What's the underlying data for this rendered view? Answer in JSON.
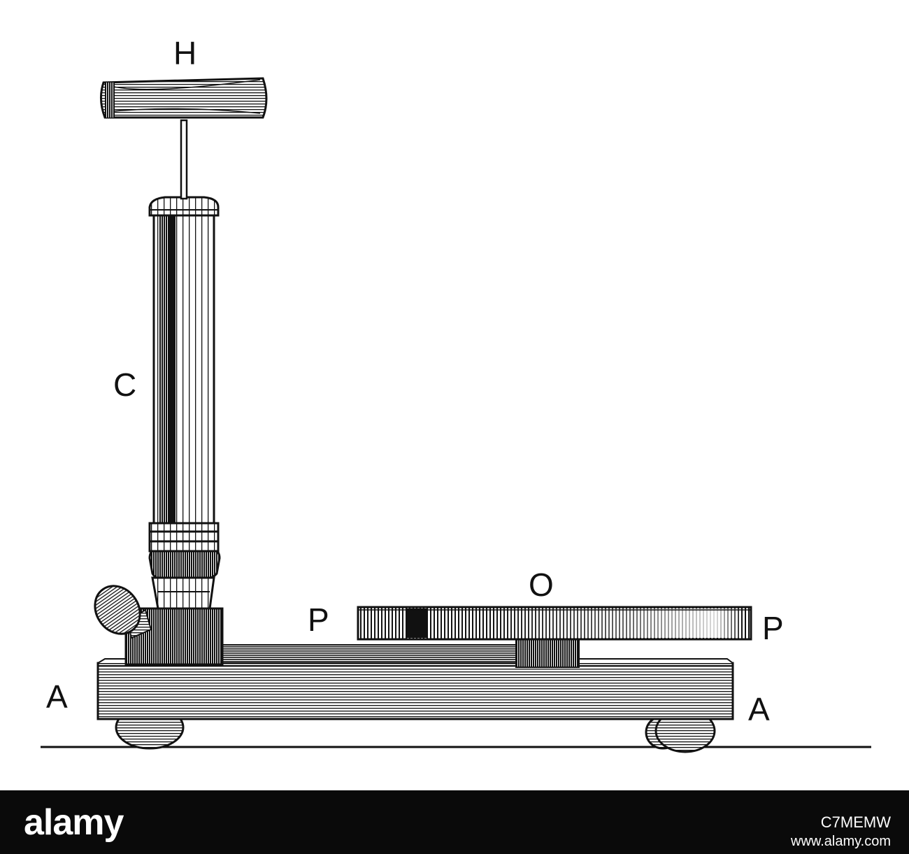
{
  "labels": {
    "handle": "H",
    "cylinder": "C",
    "plate_center": "O",
    "plate_left": "P",
    "plate_right": "P",
    "base_left": "A",
    "base_right": "A"
  },
  "footer": {
    "logo": "alamy",
    "stock_id": "C7MEMW",
    "site": "www.alamy.com"
  },
  "colors": {
    "ink": "#111111",
    "paper": "#ffffff",
    "footer_bg": "#0a0a0a",
    "footer_text": "#ffffff"
  }
}
